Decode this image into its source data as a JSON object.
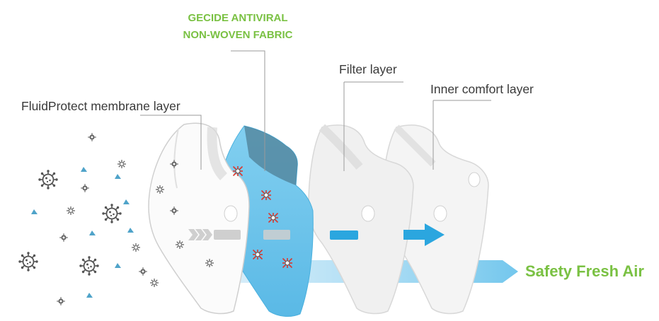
{
  "labels": {
    "gecide_line1": "GECIDE ANTIVIRAL",
    "gecide_line2": "NON-WOVEN FABRIC",
    "filter": "Filter layer",
    "inner": "Inner comfort layer",
    "fluid": "FluidProtect membrane layer",
    "safety": "Safety Fresh Air"
  },
  "colors": {
    "green_text": "#7ac143",
    "label_text": "#3a3a3a",
    "gecide_blue": "#6ec4ea",
    "flow_blue": "#2ba6df",
    "virus_grey": "#555555",
    "virus_red": "#d9382f"
  }
}
